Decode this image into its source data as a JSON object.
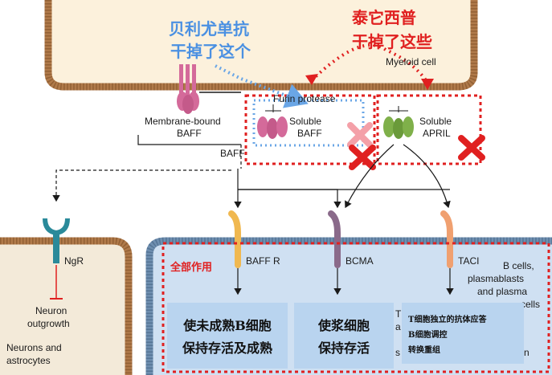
{
  "colors": {
    "membrane": "#b07a4a",
    "cell_fill": "#fcf1dc",
    "blue_cell_fill": "#cfe0f2",
    "brown_cell_fill": "#f3ead9",
    "baff_ligand": "#d46a9a",
    "april_ligand": "#7fb04a",
    "red_dashed": "#e02020",
    "blue_dashed": "#6aa6e6",
    "box_fill": "#b9d4ef",
    "annotation_blue": "#4a90e2",
    "annotation_red": "#e02020"
  },
  "annotations": {
    "belimumab_line1": "贝利尤单抗",
    "belimumab_line2": "干掉了这个",
    "telitacicept_line1": "泰它西普",
    "telitacicept_line2": "干掉了这些",
    "all_effects": "全部作用"
  },
  "labels": {
    "myeloid_cell": "Myeloid cell",
    "furin_protease": "Furin protease",
    "membrane_bound_baff_l1": "Membrane-bound",
    "membrane_bound_baff_l2": "BAFF",
    "soluble_baff_l1": "Soluble",
    "soluble_baff_l2": "BAFF",
    "soluble_april_l1": "Soluble",
    "soluble_april_l2": "APRIL",
    "baff": "BAFF",
    "nar": "NgR",
    "baffr": "BAFF R",
    "bcma": "BCMA",
    "taci": "TACI",
    "neuron_l1": "Neuron",
    "neuron_l2": "outgrowth",
    "neurons_l1": "Neurons and",
    "neurons_l2": "astrocytes",
    "bcells_l1": "B cells,",
    "bcells_l2": "plasmablasts",
    "bcells_l3": "and plasma",
    "bcells_l4": "cells"
  },
  "boxes": {
    "baffr_line1": "使未成熟B细胞",
    "baffr_line2": "保持存活及成熟",
    "bcma_line1": "使浆细胞",
    "bcma_line2": "保持存活",
    "taci_line1": "T细胞独立的抗体应答",
    "taci_line2": "B细胞调控",
    "taci_line3": "转换重组"
  },
  "partial_text": {
    "t1": "T",
    "t2": "a",
    "t3": "s",
    "t4": "n"
  }
}
